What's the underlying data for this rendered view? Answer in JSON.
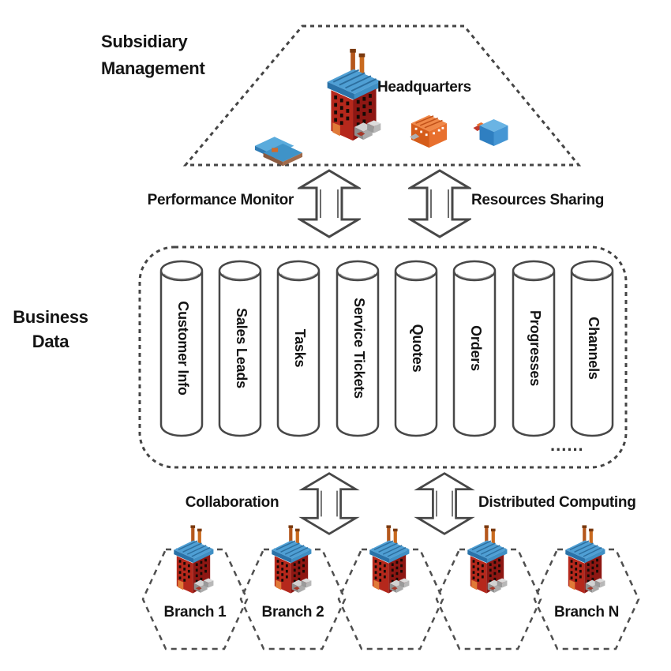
{
  "diagram": {
    "title_zone": {
      "subsidiary_management_line1": "Subsidiary",
      "subsidiary_management_line2": "Management",
      "headquarters_label": "Headquarters"
    },
    "top_arrows": {
      "left_label": "Performance Monitor",
      "right_label": "Resources Sharing"
    },
    "business_data_zone": {
      "label_line1": "Business",
      "label_line2": "Data",
      "ellipsis": "......",
      "cylinders": [
        "Customer Info",
        "Sales Leads",
        "Tasks",
        "Service Tickets",
        "Quotes",
        "Orders",
        "Progresses",
        "Channels"
      ]
    },
    "bottom_arrows": {
      "left_label": "Collaboration",
      "right_label": "Distributed Computing"
    },
    "branches": [
      "Branch 1",
      "Branch 2",
      "",
      "",
      "Branch N"
    ],
    "icons": {
      "headquarters_building": "factory-icon",
      "branch_building": "factory-icon",
      "warehouse": "warehouse-icon",
      "orange_plant": "orange-plant-icon",
      "blue_unit": "blue-unit-icon",
      "data_store": "database-cylinder-icon",
      "exchange": "double-arrow-icon"
    },
    "colors": {
      "outline": "#454545",
      "text": "#141414",
      "roof_blue": "#4f9fd4",
      "brick_red_dark": "#8e1713",
      "brick_red_light": "#b5281c",
      "chimney_orange": "#c2641f",
      "plant_orange": "#e8702e",
      "machine_gray": "#ababab",
      "background": "#ffffff"
    }
  }
}
